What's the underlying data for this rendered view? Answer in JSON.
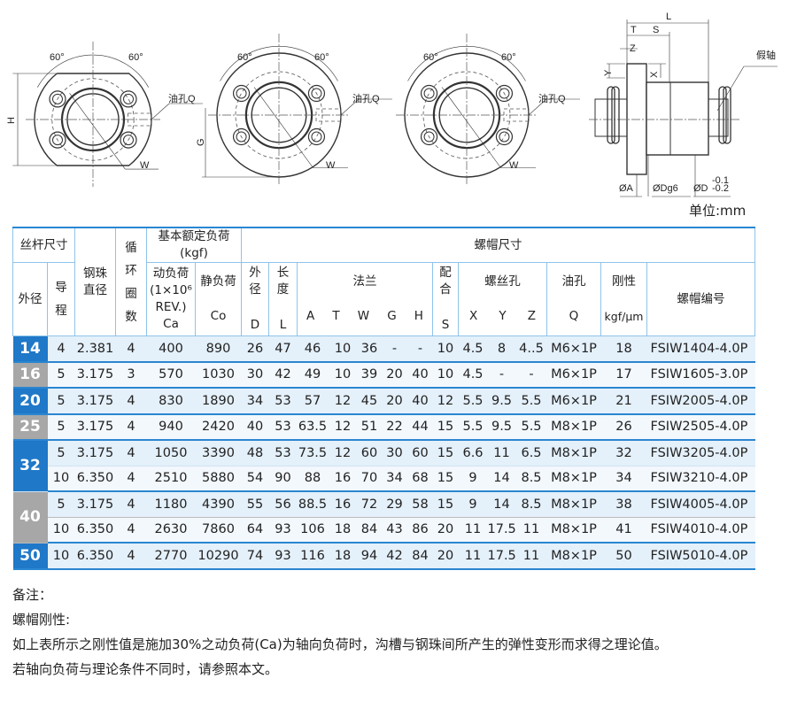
{
  "drawings": {
    "angle_label": "60°",
    "oil_hole_label": "油孔Q",
    "w_label": "W",
    "h_label": "H",
    "g_label": "G",
    "side": {
      "L": "L",
      "T": "T",
      "S": "S",
      "Z": "Z",
      "Y": "Y",
      "X": "X",
      "dummy_shaft": "假轴",
      "dia_A": "ØA",
      "dia_Dg6": "ØDg6",
      "dia_D": "ØD",
      "tol_upper": "-0.1",
      "tol_lower": "-0.2"
    },
    "unit": "单位:mm"
  },
  "table": {
    "header": {
      "screw_size": "丝杆尺寸",
      "ball_dia": "钢珠直径",
      "turns": "循环圈数",
      "load_rating": "基本额定负荷",
      "load_unit": "(kgf)",
      "nut_size": "螺帽尺寸",
      "outer_dia": "外径",
      "lead": "导程",
      "dynamic": "动负荷",
      "dynamic_unit1": "(1×10⁶",
      "dynamic_unit2": "REV.)",
      "dynamic_sym": "Ca",
      "static": "静负荷",
      "static_sym": "Co",
      "nut_outer": "外径",
      "nut_outer_sym": "D",
      "length": "长度",
      "length_sym": "L",
      "flange": "法兰",
      "flange_cols": [
        "A",
        "T",
        "W",
        "G",
        "H"
      ],
      "fit": "配合",
      "fit_sym": "S",
      "screw_hole": "螺丝孔",
      "screw_hole_cols": [
        "X",
        "Y",
        "Z"
      ],
      "oil_hole": "油孔",
      "oil_sym": "Q",
      "stiffness": "刚性",
      "stiffness_unit": "kgf/μm",
      "part_no": "螺帽编号"
    },
    "groups": [
      {
        "size": "14",
        "color": "blue",
        "rows": [
          [
            "4",
            "2.381",
            "4",
            "400",
            "890",
            "26",
            "47",
            "46",
            "10",
            "36",
            "-",
            "-",
            "10",
            "4.5",
            "8",
            "4..5",
            "M6×1P",
            "18",
            "FSIW1404-4.0P"
          ]
        ]
      },
      {
        "size": "16",
        "color": "gray",
        "rows": [
          [
            "5",
            "3.175",
            "3",
            "570",
            "1030",
            "30",
            "42",
            "49",
            "10",
            "39",
            "20",
            "40",
            "10",
            "4.5",
            "-",
            "-",
            "M6×1P",
            "17",
            "FSIW1605-3.0P"
          ]
        ]
      },
      {
        "size": "20",
        "color": "blue",
        "rows": [
          [
            "5",
            "3.175",
            "4",
            "830",
            "1890",
            "34",
            "53",
            "57",
            "12",
            "45",
            "20",
            "40",
            "12",
            "5.5",
            "9.5",
            "5.5",
            "M6×1P",
            "21",
            "FSIW2005-4.0P"
          ]
        ]
      },
      {
        "size": "25",
        "color": "gray",
        "rows": [
          [
            "5",
            "3.175",
            "4",
            "940",
            "2420",
            "40",
            "53",
            "63.5",
            "12",
            "51",
            "22",
            "44",
            "15",
            "5.5",
            "9.5",
            "5.5",
            "M8×1P",
            "26",
            "FSIW2505-4.0P"
          ]
        ]
      },
      {
        "size": "32",
        "color": "blue",
        "rows": [
          [
            "5",
            "3.175",
            "4",
            "1050",
            "3390",
            "48",
            "53",
            "73.5",
            "12",
            "60",
            "30",
            "60",
            "15",
            "6.6",
            "11",
            "6.5",
            "M8×1P",
            "32",
            "FSIW3205-4.0P"
          ],
          [
            "10",
            "6.350",
            "4",
            "2510",
            "5880",
            "54",
            "90",
            "88",
            "16",
            "70",
            "34",
            "68",
            "15",
            "9",
            "14",
            "8.5",
            "M8×1P",
            "34",
            "FSIW3210-4.0P"
          ]
        ]
      },
      {
        "size": "40",
        "color": "gray",
        "rows": [
          [
            "5",
            "3.175",
            "4",
            "1180",
            "4390",
            "55",
            "56",
            "88.5",
            "16",
            "72",
            "29",
            "58",
            "15",
            "9",
            "14",
            "8.5",
            "M8×1P",
            "38",
            "FSIW4005-4.0P"
          ],
          [
            "10",
            "6.350",
            "4",
            "2630",
            "7860",
            "64",
            "93",
            "106",
            "18",
            "84",
            "43",
            "86",
            "20",
            "11",
            "17.5",
            "11",
            "M8×1P",
            "41",
            "FSIW4010-4.0P"
          ]
        ]
      },
      {
        "size": "50",
        "color": "blue",
        "rows": [
          [
            "10",
            "6.350",
            "4",
            "2770",
            "10290",
            "74",
            "93",
            "116",
            "18",
            "94",
            "42",
            "84",
            "20",
            "11",
            "17.5",
            "11",
            "M8×1P",
            "50",
            "FSIW5010-4.0P"
          ]
        ]
      }
    ]
  },
  "notes": {
    "title": "备注：",
    "subtitle": "螺帽刚性:",
    "line1": "如上表所示之刚性值是施加30%之动负荷(Ca)为轴向负荷时，沟槽与钢珠间所产生的弹性变形而求得之理论值。",
    "line2": "若轴向负荷与理论条件不同时，请参照本文。"
  },
  "colors": {
    "blue": "#1f78c8",
    "gray": "#a7a7a7",
    "line": "#2a86d1"
  }
}
